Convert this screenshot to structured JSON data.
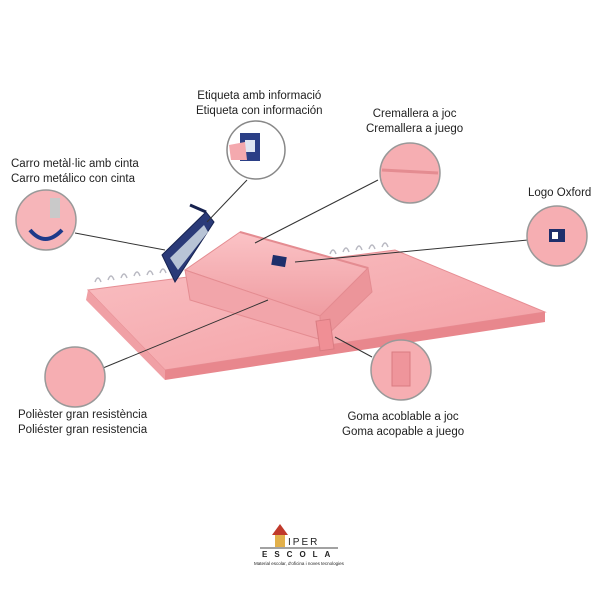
{
  "callouts": {
    "etiqueta": {
      "line1": "Etiqueta amb informació",
      "line2": "Etiqueta con información"
    },
    "cremallera": {
      "line1": "Cremallera a joc",
      "line2": "Cremallera a juego"
    },
    "carro": {
      "line1": "Carro metàl·lic amb cinta",
      "line2": "Carro metálico con cinta"
    },
    "logo": {
      "line1": "Logo Oxford"
    },
    "poliester": {
      "line1": "Polièster gran resistència",
      "line2": "Poliéster gran resistencia"
    },
    "goma": {
      "line1": "Goma acoblable a joc",
      "line2": "Goma acopable a juego"
    }
  },
  "brand": {
    "word1": "IPER",
    "word2": "ESCOLA",
    "tagline": "Material escolar, d'oficina i noves tecnologies"
  },
  "colors": {
    "pink": "#f6aeb2",
    "pink_dark": "#e8969b",
    "navy": "#1e2f6b",
    "gray_line": "#333333"
  }
}
